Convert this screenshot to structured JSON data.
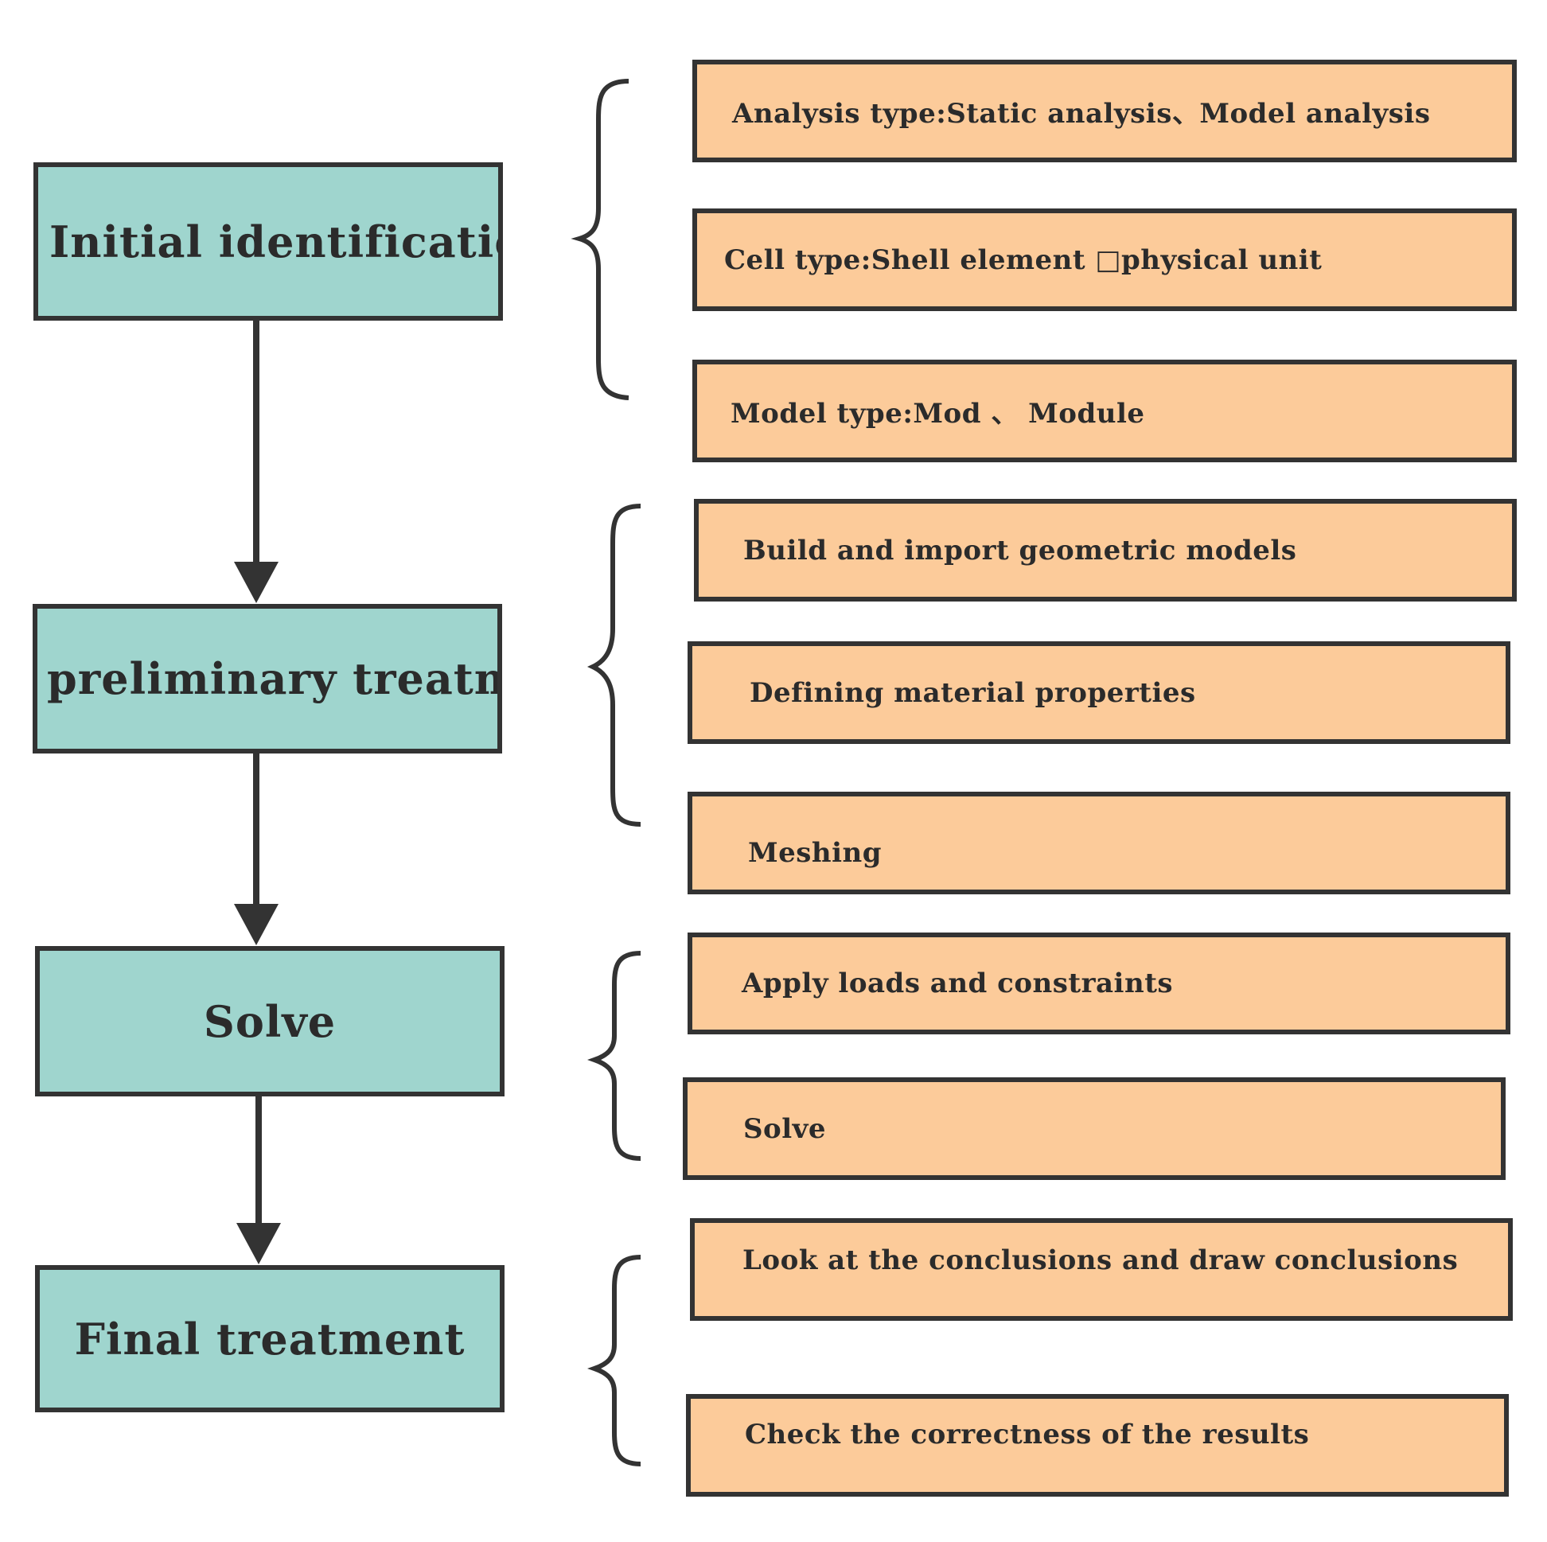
{
  "colors": {
    "stage_fill": "#9fd5ce",
    "detail_fill": "#fccb9a",
    "border": "#333333",
    "text": "#2b2b2b"
  },
  "stages": [
    {
      "label": "Initial identification",
      "details": [
        "Analysis type:Static analysis、Model analysis",
        "Cell type:Shell element □physical unit",
        "Model type:Mod 、 Module"
      ]
    },
    {
      "label": "preliminary treatment",
      "details": [
        "Build and import geometric models",
        "Defining material properties",
        "Meshing"
      ]
    },
    {
      "label": "Solve",
      "details": [
        "Apply loads and constraints",
        "Solve"
      ]
    },
    {
      "label": "Final treatment",
      "details": [
        "Look at the conclusions and draw conclusions",
        "Check the correctness of the results"
      ]
    }
  ]
}
